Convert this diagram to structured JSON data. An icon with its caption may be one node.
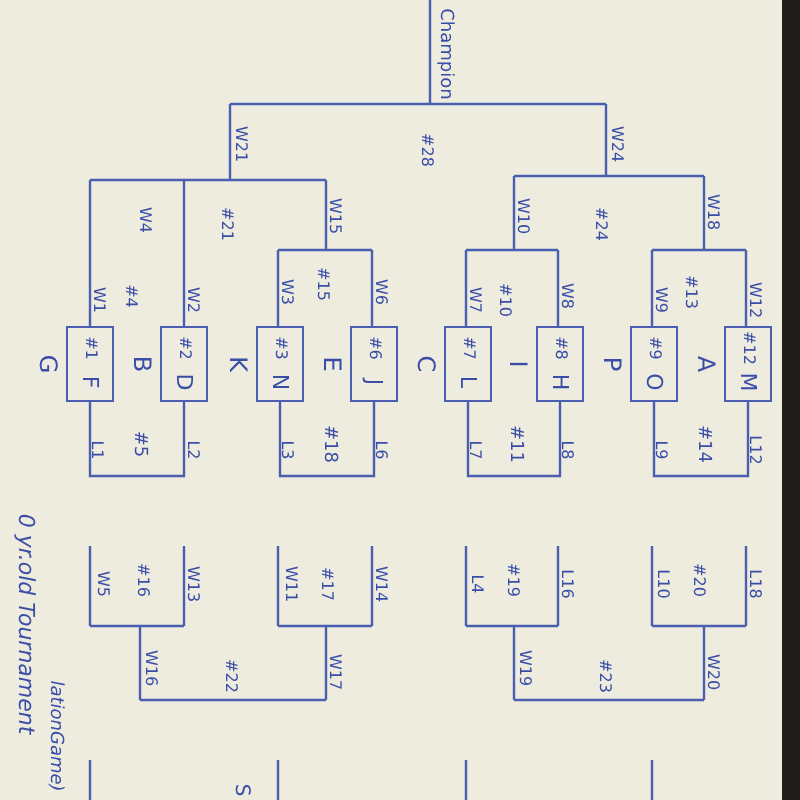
{
  "diagram": {
    "nodes": [
      {
        "text": [
          "#1",
          "F"
        ],
        "beside": [
          "G"
        ]
      },
      {
        "text": [
          "#2",
          "D"
        ],
        "beside": [
          "B"
        ]
      },
      {
        "text": [
          "#3",
          "N"
        ],
        "beside": [
          "K"
        ]
      },
      {
        "text": [
          "#6",
          "J"
        ],
        "beside": [
          "E"
        ]
      },
      {
        "text": [
          "#7",
          "L"
        ],
        "beside": [
          "C"
        ]
      },
      {
        "text": [
          "#8",
          "H"
        ],
        "beside": [
          "I"
        ]
      },
      {
        "text": [
          "#9",
          "O"
        ],
        "beside": [
          "P"
        ]
      },
      {
        "text": [
          "#12",
          "M"
        ],
        "beside": [
          "A"
        ]
      }
    ],
    "edges": [
      {
        "from": 0,
        "to": 1,
        "arrow": "none",
        "label": "#5"
      },
      {
        "from": 2,
        "to": 3,
        "arrow": "none",
        "label": "#18"
      },
      {
        "from": 4,
        "to": 5,
        "arrow": "none",
        "label": "#11"
      },
      {
        "from": 6,
        "to": 7,
        "arrow": "none",
        "label": "#14"
      }
    ],
    "labels": [
      "Champion",
      "W21",
      "#28",
      "W24",
      "W4",
      "#21",
      "W15",
      "W10",
      "#24",
      "W18",
      "W1",
      "#4",
      "W2",
      "W3",
      "#15",
      "W6",
      "W7",
      "#10",
      "W8",
      "W9",
      "#13",
      "W12",
      "L1",
      "L2",
      "L3",
      "L6",
      "L7",
      "L8",
      "L9",
      "L12",
      "0 yr.old Tournament",
      "W5",
      "#16",
      "W13",
      "W11",
      "#17",
      "W14",
      "L4",
      "#19",
      "L16",
      "L10",
      "#20",
      "L18",
      "W16",
      "#22",
      "W17",
      "W19",
      "#23",
      "W20",
      "lationGame)",
      "S"
    ]
  }
}
